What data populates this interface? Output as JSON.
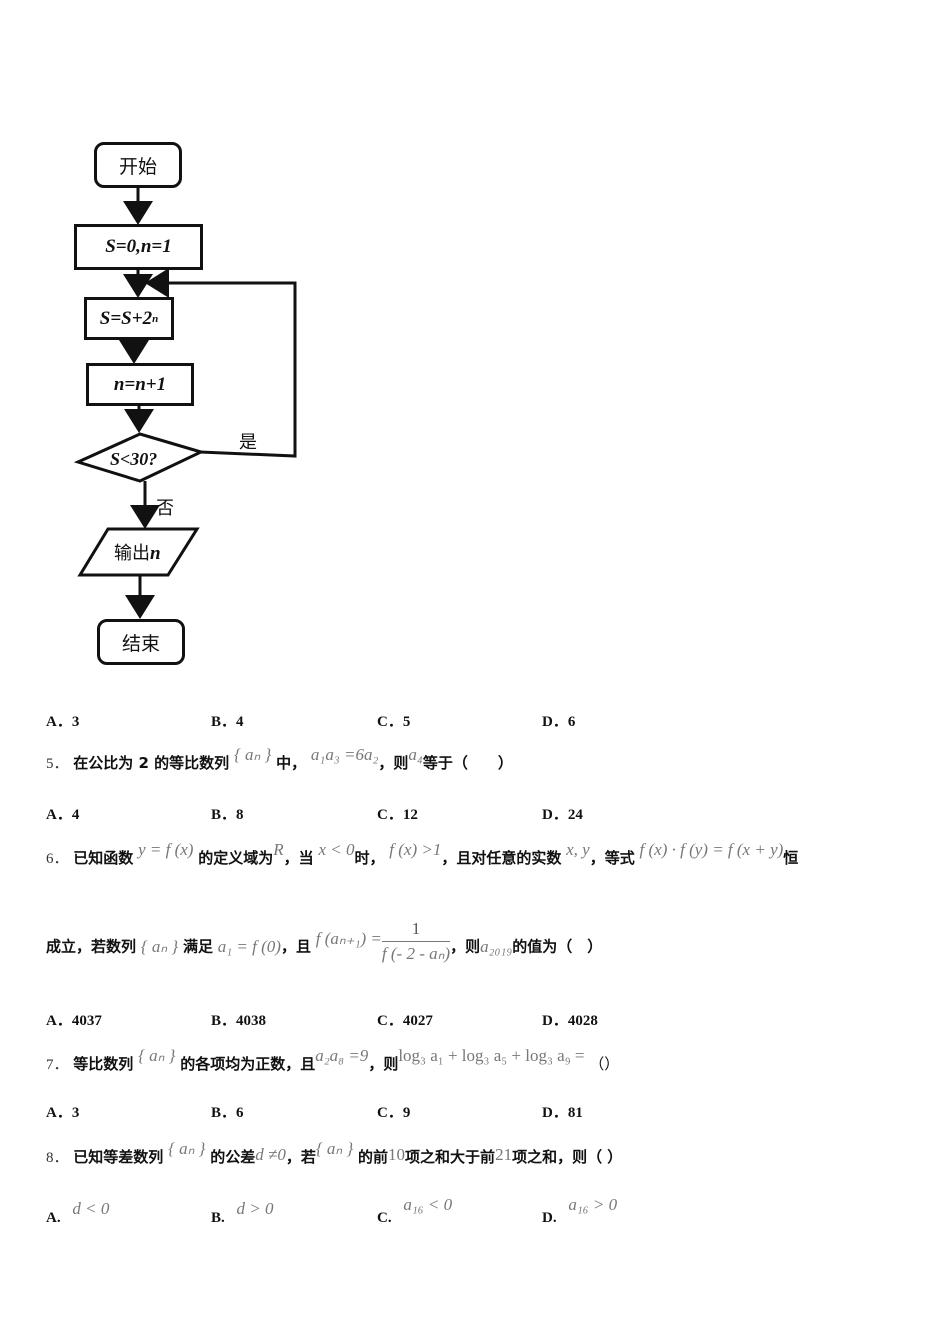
{
  "flowchart": {
    "start": "开始",
    "init": "S=0,n=1",
    "update_s": "S=S+2",
    "update_s_exp": "n",
    "update_n": "n=n+1",
    "condition": "S<30?",
    "yes_label": "是",
    "no_label": "否",
    "output_prefix": "输出",
    "output_var": "n",
    "end": "结束"
  },
  "questions": [
    {
      "number": "",
      "options": [
        {
          "label": "A．",
          "value": "3"
        },
        {
          "label": "B．",
          "value": "4"
        },
        {
          "label": "C．",
          "value": "5"
        },
        {
          "label": "D．",
          "value": "6"
        }
      ]
    },
    {
      "number": "5．",
      "stem_parts": [
        "在公比为 2 的等比数列",
        "{ aₙ }",
        "中，",
        "a₁a₃ =6a₂",
        "，则",
        "a₄",
        "等于（　　）"
      ],
      "options": [
        {
          "label": "A．",
          "value": "4"
        },
        {
          "label": "B．",
          "value": "8"
        },
        {
          "label": "C．",
          "value": "12"
        },
        {
          "label": "D．",
          "value": "24"
        }
      ]
    },
    {
      "number": "6．",
      "stem_line1": [
        "已知函数",
        "y = f (x)",
        "的定义域为",
        "R",
        "，当",
        "x < 0",
        "时，",
        "f (x) >1",
        "，且对任意的实数",
        "x, y",
        "，等式",
        "f (x) · f (y) = f (x + y)",
        "恒"
      ],
      "stem_line2": [
        "成立，若数列",
        "{ aₙ }",
        "满足",
        "a₁ = f (0)",
        "，且",
        "f (aₙ₊₁) =",
        "1",
        "f (- 2 - aₙ)",
        "，则",
        "a₂₀₁₉",
        "的值为（　）"
      ],
      "options": [
        {
          "label": "A．",
          "value": "4037"
        },
        {
          "label": "B．",
          "value": "4038"
        },
        {
          "label": "C．",
          "value": "4027"
        },
        {
          "label": "D．",
          "value": "4028"
        }
      ]
    },
    {
      "number": "7．",
      "stem_parts": [
        "等比数列",
        "{ aₙ }",
        "的各项均为正数，且",
        "a₂a₈ =9",
        "，则",
        "log₃ a₁ + log₃ a₅ + log₃ a₉ =",
        "（）"
      ],
      "options": [
        {
          "label": "A．",
          "value": "3"
        },
        {
          "label": "B．",
          "value": "6"
        },
        {
          "label": "C．",
          "value": "9"
        },
        {
          "label": "D．",
          "value": "81"
        }
      ]
    },
    {
      "number": "8．",
      "stem_parts": [
        "已知等差数列",
        "{ aₙ }",
        "的公差",
        "d ≠0",
        "，若",
        "{ aₙ }",
        "的前",
        "10",
        "项之和大于前",
        "21",
        "项之和，则（ ）"
      ],
      "options": [
        {
          "label": "A.",
          "value": "d < 0"
        },
        {
          "label": "B.",
          "value": "d > 0"
        },
        {
          "label": "C.",
          "value": "a₁₆ < 0"
        },
        {
          "label": "D.",
          "value": "a₁₆ > 0"
        }
      ]
    }
  ]
}
